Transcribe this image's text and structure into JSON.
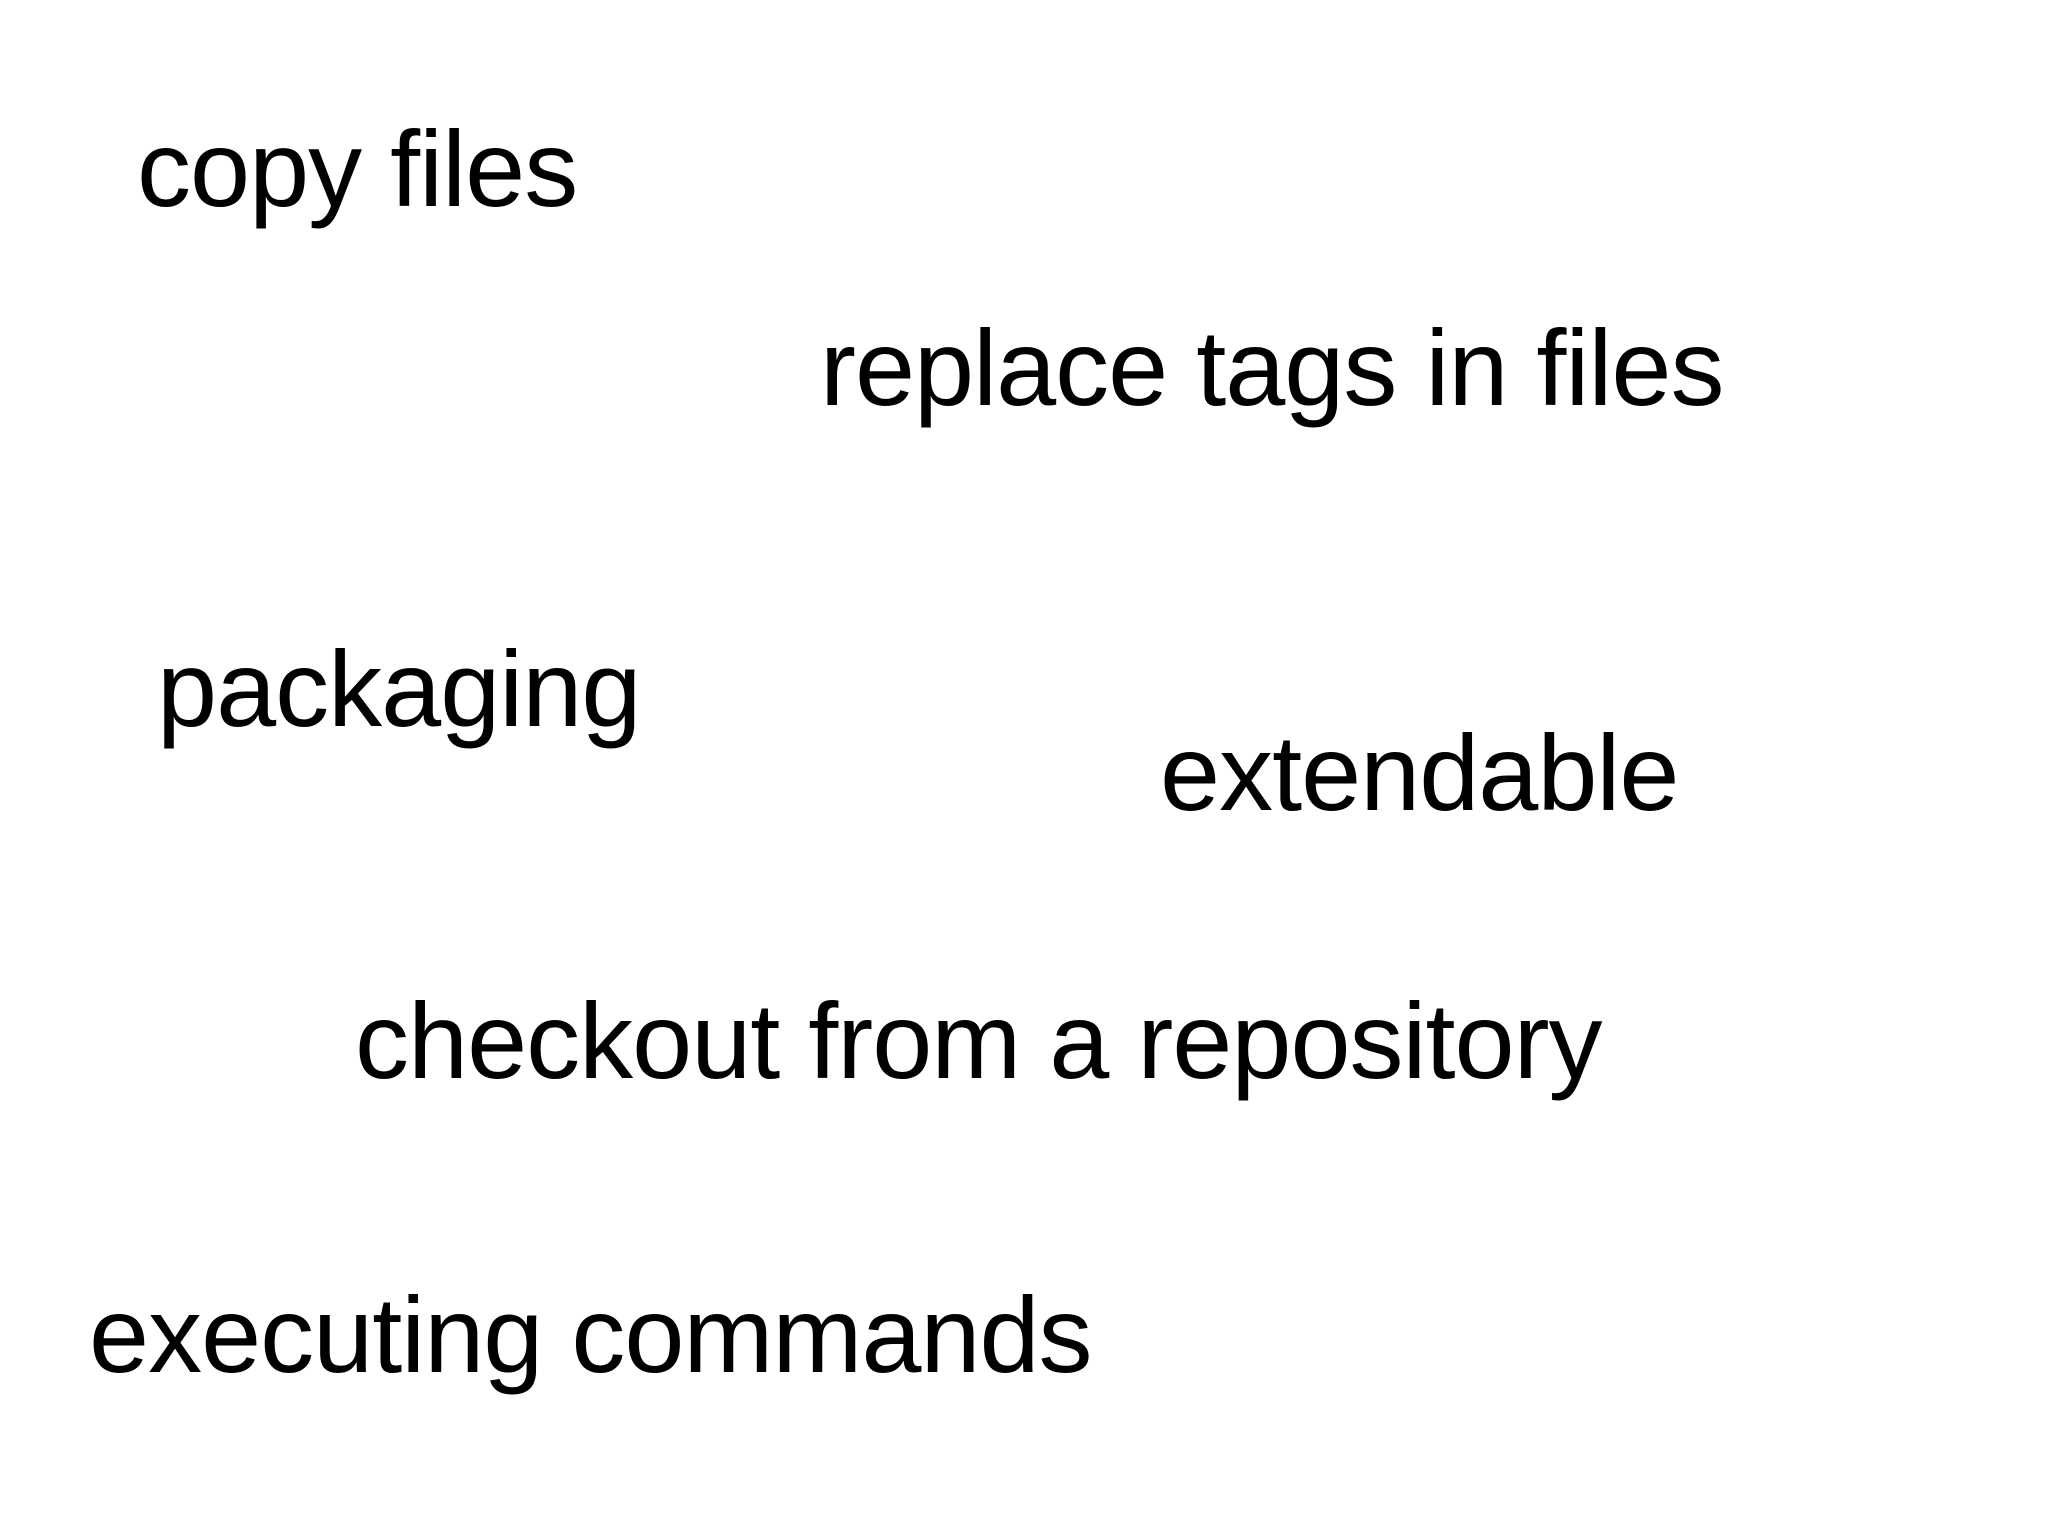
{
  "slide": {
    "background_color": "#ffffff",
    "text_color": "#000000",
    "items": [
      {
        "label": "copy files"
      },
      {
        "label": "replace tags in files"
      },
      {
        "label": "packaging"
      },
      {
        "label": "extendable"
      },
      {
        "label": "checkout from a repository"
      },
      {
        "label": "executing commands"
      }
    ]
  }
}
